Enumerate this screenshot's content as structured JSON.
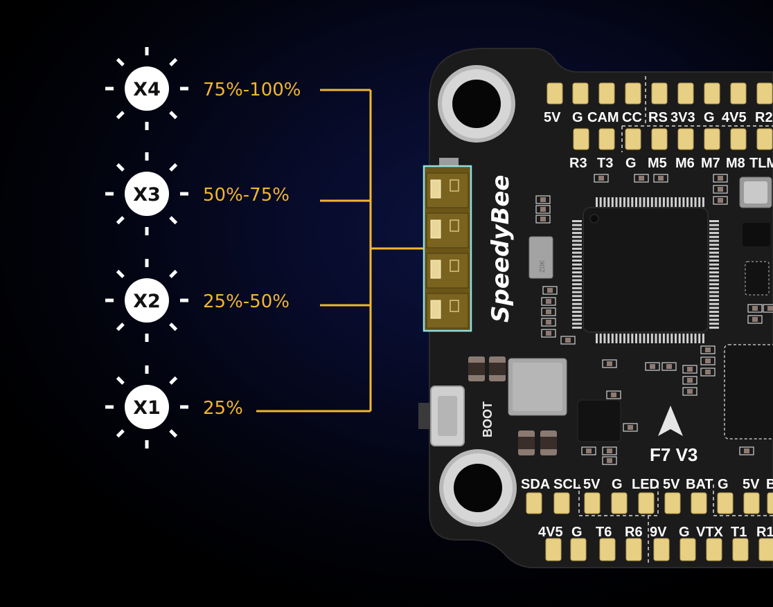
{
  "levels": [
    {
      "id": "X4",
      "range": "75%-100%"
    },
    {
      "id": "X3",
      "range": "50%-75%"
    },
    {
      "id": "X2",
      "range": "25%-50%"
    },
    {
      "id": "X1",
      "range": "25%"
    }
  ],
  "board": {
    "brand": "SpeedyBee",
    "model": "F7 V3",
    "boot_label": "BOOT",
    "resistor_label": "Z0K",
    "top_row1": [
      "5V",
      "G",
      "CAM",
      "CC",
      "RS",
      "3V3",
      "G",
      "4V5",
      "R2"
    ],
    "top_row2": [
      "R3",
      "T3",
      "G",
      "M5",
      "M6",
      "M7",
      "M8",
      "TLM"
    ],
    "bottom_row1": [
      "SDA",
      "SCL",
      "5V",
      "G",
      "LED",
      "5V",
      "BAT",
      "G",
      "5V",
      "B"
    ],
    "bottom_row2": [
      "4V5",
      "G",
      "T6",
      "R6",
      "9V",
      "G",
      "VTX",
      "T1",
      "R1"
    ]
  },
  "colors": {
    "accent": "#f2b630",
    "board": "#1b1b1b",
    "pad": "#e7cf84",
    "led_highlight": "#8ee0e6",
    "text_white": "#ffffff"
  }
}
